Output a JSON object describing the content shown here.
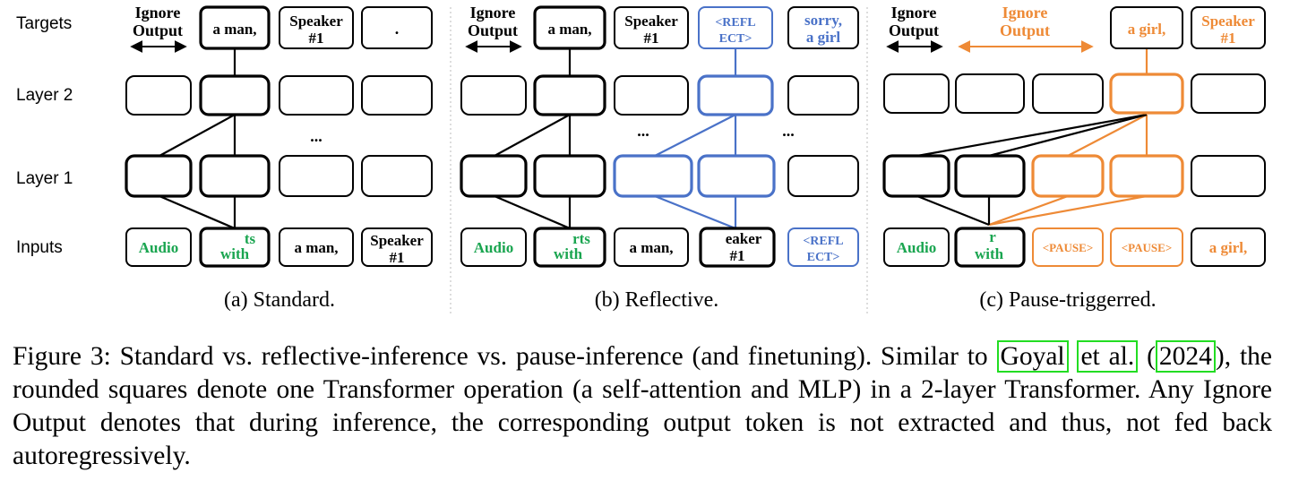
{
  "row_labels": {
    "targets": "Targets",
    "layer2": "Layer 2",
    "layer1": "Layer 1",
    "inputs": "Inputs"
  },
  "colors": {
    "black": "#000000",
    "green": "#1aa550",
    "blue": "#4a72c8",
    "orange": "#ee8a36",
    "cite_box": "#22dd22"
  },
  "ellipsis": "...",
  "panels": {
    "a": {
      "subcaption": "(a) Standard.",
      "ignore_label": [
        "Ignore",
        "Output"
      ],
      "targets": [
        {
          "lines": [
            "a man,"
          ]
        },
        {
          "lines": [
            "Speaker",
            "#1"
          ]
        },
        {
          "lines": [
            "."
          ]
        }
      ],
      "inputs": [
        {
          "lines": [
            "Audio"
          ]
        },
        {
          "lines": [
            "ts",
            "with"
          ]
        },
        {
          "lines": [
            "a man,"
          ]
        },
        {
          "lines": [
            "Speaker",
            "#1"
          ]
        }
      ]
    },
    "b": {
      "subcaption": "(b) Reflective.",
      "ignore_label": [
        "Ignore",
        "Output"
      ],
      "targets": [
        {
          "lines": [
            "a man,"
          ]
        },
        {
          "lines": [
            "Speaker",
            "#1"
          ]
        },
        {
          "lines": [
            "<REFL",
            "ECT>"
          ]
        },
        {
          "lines": [
            "sorry,",
            "a girl"
          ]
        }
      ],
      "inputs": [
        {
          "lines": [
            "Audio"
          ]
        },
        {
          "lines": [
            "rts",
            "with"
          ]
        },
        {
          "lines": [
            "a man,"
          ]
        },
        {
          "lines": [
            "eaker",
            "#1"
          ]
        },
        {
          "lines": [
            "<REFL",
            "ECT>"
          ]
        }
      ]
    },
    "c": {
      "subcaption": "(c) Pause-triggerred.",
      "ignore_label": [
        "Ignore",
        "Output"
      ],
      "ignore_label_2": [
        "Ignore",
        "Output"
      ],
      "targets": [
        {
          "lines": [
            "a girl,"
          ]
        },
        {
          "lines": [
            "Speaker",
            "#1"
          ]
        }
      ],
      "inputs": [
        {
          "lines": [
            "Audio"
          ]
        },
        {
          "lines": [
            "r",
            "with"
          ]
        },
        {
          "lines": [
            "<PAUSE>"
          ]
        },
        {
          "lines": [
            "<PAUSE>"
          ]
        },
        {
          "lines": [
            "a girl,"
          ]
        }
      ]
    }
  },
  "caption": {
    "lead": "Figure 3: Standard vs. reflective-inference vs. pause-inference (and finetuning). Similar to ",
    "cite_a": "Goyal",
    "cite_b": "et al.",
    "mid": " (",
    "cite_year": "2024",
    "tail": "), the rounded squares denote one Transformer operation (a self-attention and MLP) in a 2-layer Transformer. Any Ignore Output denotes that during inference, the corresponding output token is not extracted and thus, not fed back autoregressively."
  }
}
